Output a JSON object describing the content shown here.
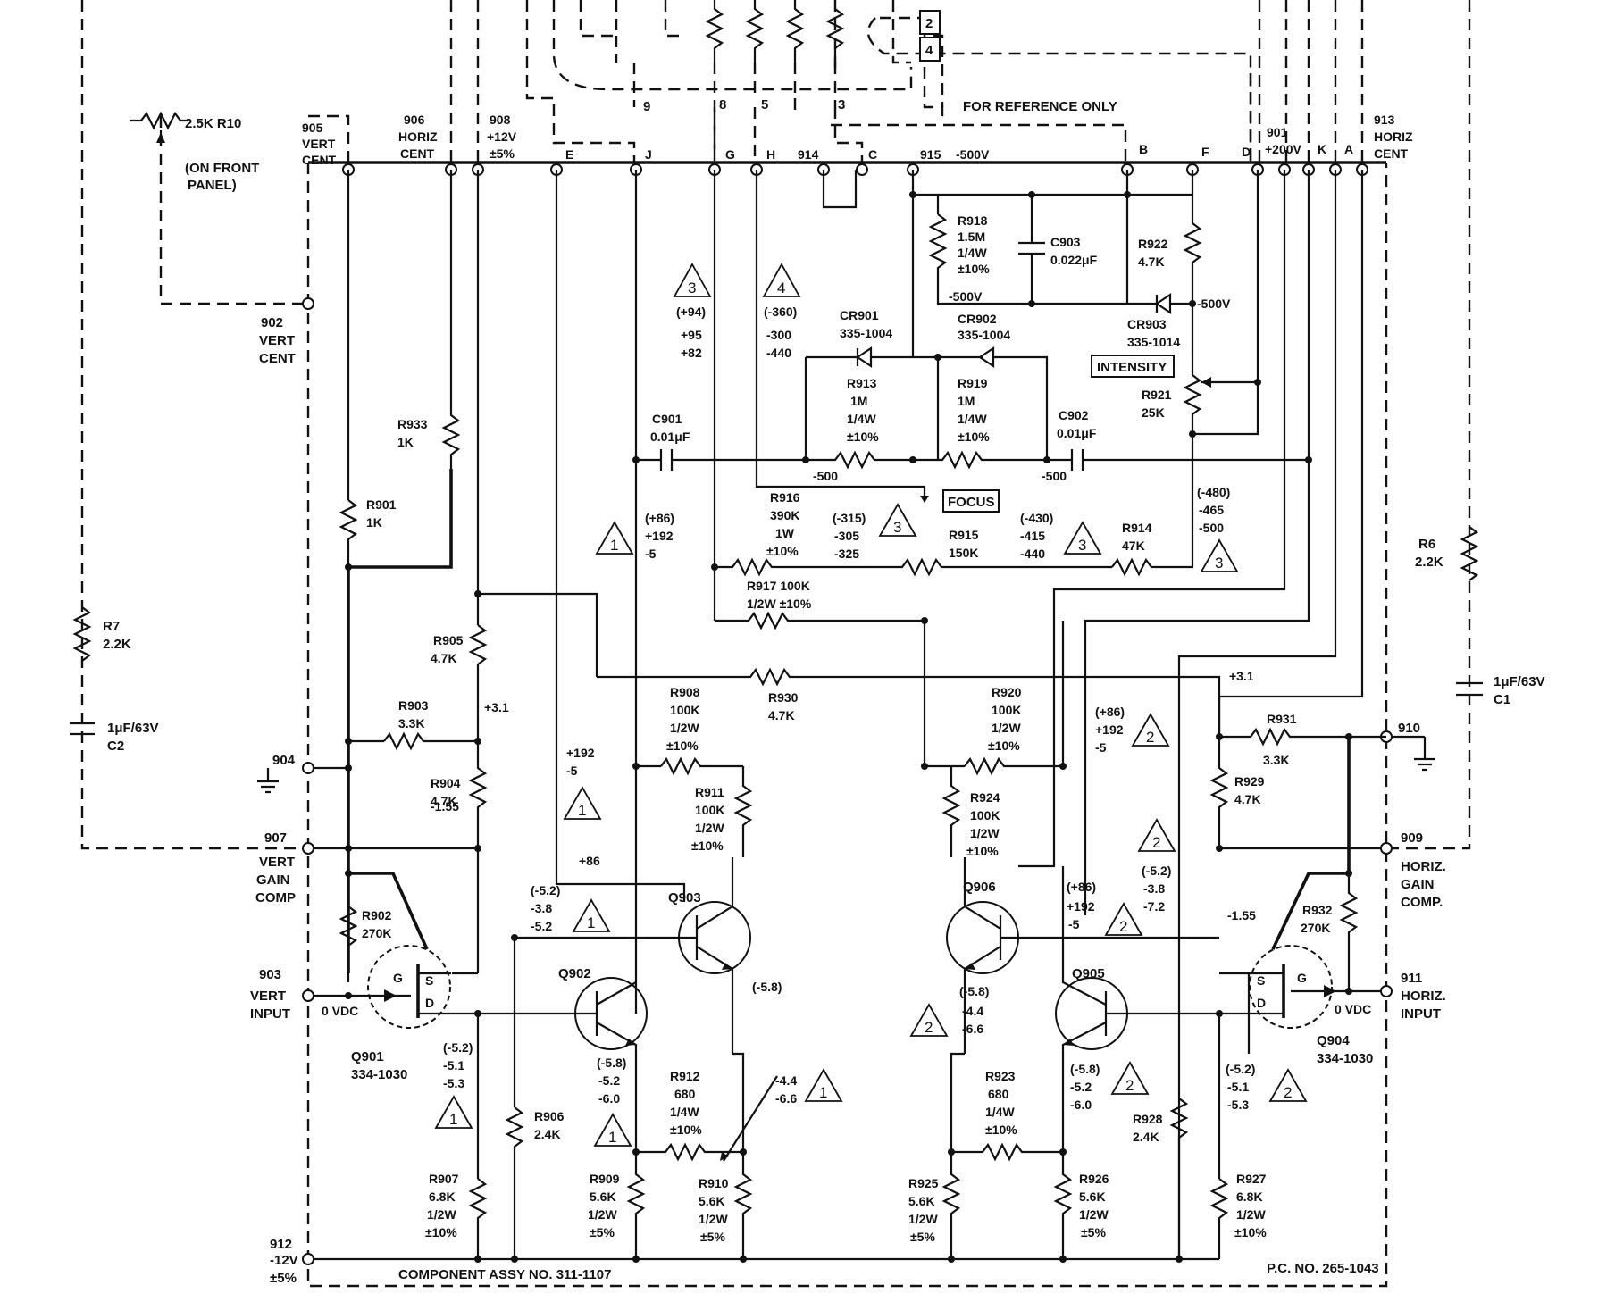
{
  "notes": {
    "reference": "FOR REFERENCE ONLY",
    "assembly": "COMPONENT ASSY NO. 311-1107",
    "pc_number": "P.C. NO. 265-1043"
  },
  "edge_pins": {
    "p905": "905",
    "p905_name": "VERT",
    "p905_name2": "CENT",
    "p906": "906",
    "p906_name": "HORIZ",
    "p906_name2": "CENT",
    "p908": "908",
    "p908_name": "+12V",
    "p908_name2": "±5%",
    "E": "E",
    "J": "J",
    "G": "G",
    "H": "H",
    "p914": "914",
    "C": "C",
    "p915": "915",
    "p915_name": "-500V",
    "B": "B",
    "F": "F",
    "D": "D",
    "p901": "901",
    "p901_name": "+200V",
    "K": "K",
    "A": "A",
    "p913": "913",
    "p913_name": "HORIZ",
    "p913_name2": "CENT",
    "p902": "902",
    "p902_name": "VERT",
    "p902_name2": "CENT",
    "p904": "904",
    "p907": "907",
    "p907_name": "VERT",
    "p907_name2": "GAIN",
    "p907_name3": "COMP",
    "p903": "903",
    "p903_name": "VERT",
    "p903_name2": "INPUT",
    "p912": "912",
    "p912_name": "-12V",
    "p912_name2": "±5%",
    "p910": "910",
    "p909": "909",
    "p909_name": "HORIZ.",
    "p909_name2": "GAIN",
    "p909_name3": "COMP.",
    "p911": "911",
    "p911_name": "HORIZ.",
    "p911_name2": "INPUT"
  },
  "top_numbers": {
    "n9": "9",
    "n8": "8",
    "n5": "5",
    "n3": "3",
    "n2": "2",
    "n4": "4"
  },
  "external": {
    "r10": "2.5K R10",
    "r10_note": "(ON FRONT",
    "r10_note2": "PANEL)",
    "r7": "R7",
    "r7_val": "2.2K",
    "c2_val": "1μF/63V",
    "c2": "C2",
    "r6": "R6",
    "r6_val": "2.2K",
    "c1_val": "1μF/63V",
    "c1": "C1"
  },
  "components": {
    "r918": [
      "R918",
      "1.5M",
      "1/4W",
      "±10%",
      "-500V"
    ],
    "c903": [
      "C903",
      "0.022μF"
    ],
    "r922": [
      "R922",
      "4.7K"
    ],
    "cr903": [
      "CR903",
      "335-1014"
    ],
    "cr903_v": "-500V",
    "cr901": [
      "CR901",
      "335-1004"
    ],
    "cr902": [
      "CR902",
      "335-1004"
    ],
    "intensity": "INTENSITY",
    "r921": [
      "R921",
      "25K"
    ],
    "r913": [
      "R913",
      "1M",
      "1/4W",
      "±10%"
    ],
    "r919": [
      "R919",
      "1M",
      "1/4W",
      "±10%"
    ],
    "c901": [
      "C901",
      "0.01μF"
    ],
    "c902": [
      "C902",
      "0.01μF"
    ],
    "focus": "FOCUS",
    "r916": [
      "R916",
      "390K",
      "1W",
      "±10%"
    ],
    "r915": [
      "R915",
      "150K"
    ],
    "r914": [
      "R914",
      "47K"
    ],
    "r917": [
      "R917 100K",
      "1/2W ±10%"
    ],
    "r933": [
      "R933",
      "1K"
    ],
    "r901": [
      "R901",
      "1K"
    ],
    "r905": [
      "R905",
      "4.7K"
    ],
    "r903": [
      "R903",
      "3.3K"
    ],
    "r904": [
      "R904",
      "4.7K"
    ],
    "r930": [
      "R930",
      "4.7K"
    ],
    "r908": [
      "R908",
      "100K",
      "1/2W",
      "±10%"
    ],
    "r920": [
      "R920",
      "100K",
      "1/2W",
      "±10%"
    ],
    "r911": [
      "R911",
      "100K",
      "1/2W",
      "±10%"
    ],
    "r924": [
      "R924",
      "100K",
      "1/2W",
      "±10%"
    ],
    "r931": [
      "R931",
      "3.3K"
    ],
    "r929": [
      "R929",
      "4.7K"
    ],
    "r932": [
      "R932",
      "270K"
    ],
    "r902": [
      "R902",
      "270K"
    ],
    "q901": [
      "Q901",
      "334-1030"
    ],
    "q904": [
      "Q904",
      "334-1030"
    ],
    "q902": "Q902",
    "q903": "Q903",
    "q905": "Q905",
    "q906": "Q906",
    "r906": [
      "R906",
      "2.4K"
    ],
    "r928": [
      "R928",
      "2.4K"
    ],
    "r912": [
      "R912",
      "680",
      "1/4W",
      "±10%"
    ],
    "r923": [
      "R923",
      "680",
      "1/4W",
      "±10%"
    ],
    "r907": [
      "R907",
      "6.8K",
      "1/2W",
      "±10%"
    ],
    "r927": [
      "R927",
      "6.8K",
      "1/2W",
      "±10%"
    ],
    "r909": [
      "R909",
      "5.6K",
      "1/2W",
      "±5%"
    ],
    "r910": [
      "R910",
      "5.6K",
      "1/2W",
      "±5%"
    ],
    "r925": [
      "R925",
      "5.6K",
      "1/2W",
      "±5%"
    ],
    "r926": [
      "R926",
      "5.6K",
      "1/2W",
      "±5%"
    ],
    "fet_g": "G",
    "fet_s": "S",
    "fet_d": "D"
  },
  "voltages": {
    "v3": [
      "(+94)",
      "+95",
      "+82"
    ],
    "v4": [
      "(-360)",
      "-300",
      "-440"
    ],
    "v500a": "-500",
    "v500b": "-500",
    "v_r916": [
      "(+86)",
      "+192",
      "-5"
    ],
    "v_r915": [
      "(-315)",
      "-305",
      "-325"
    ],
    "v_r914": [
      "(-430)",
      "-415",
      "-440"
    ],
    "v_r921": [
      "(-480)",
      "-465",
      "-500"
    ],
    "v31a": "+3.1",
    "v31b": "+3.1",
    "v_q920": [
      "(+86)",
      "+192",
      "-5"
    ],
    "v_q903b": [
      "+192",
      "-5"
    ],
    "v_155a": "-1.55",
    "v_155b": "-1.55",
    "v_86": "+86",
    "v_q902b": [
      "(-5.2)",
      "-3.8",
      "-5.2"
    ],
    "v_q906b": [
      "(-5.2)",
      "-3.8",
      "-7.2"
    ],
    "v_q905c": [
      "(+86)",
      "+192",
      "-5"
    ],
    "v_58": "(-5.8)",
    "v_q906e": [
      "(-5.8)",
      "-4.4",
      "-6.6"
    ],
    "v_0vdc_l": "0 VDC",
    "v_0vdc_r": "0 VDC",
    "v_q901d": [
      "(-5.2)",
      "-5.1",
      "-5.3"
    ],
    "v_q904d": [
      "(-5.2)",
      "-5.1",
      "-5.3"
    ],
    "v_q902e": [
      "(-5.8)",
      "-5.2",
      "-6.0"
    ],
    "v_q905e": [
      "(-5.8)",
      "-5.2",
      "-6.0"
    ],
    "v_r912": [
      "-4.4",
      "-6.6"
    ]
  },
  "reference_marks": {
    "t1": "1",
    "t2": "2",
    "t3": "3",
    "t4": "4"
  }
}
